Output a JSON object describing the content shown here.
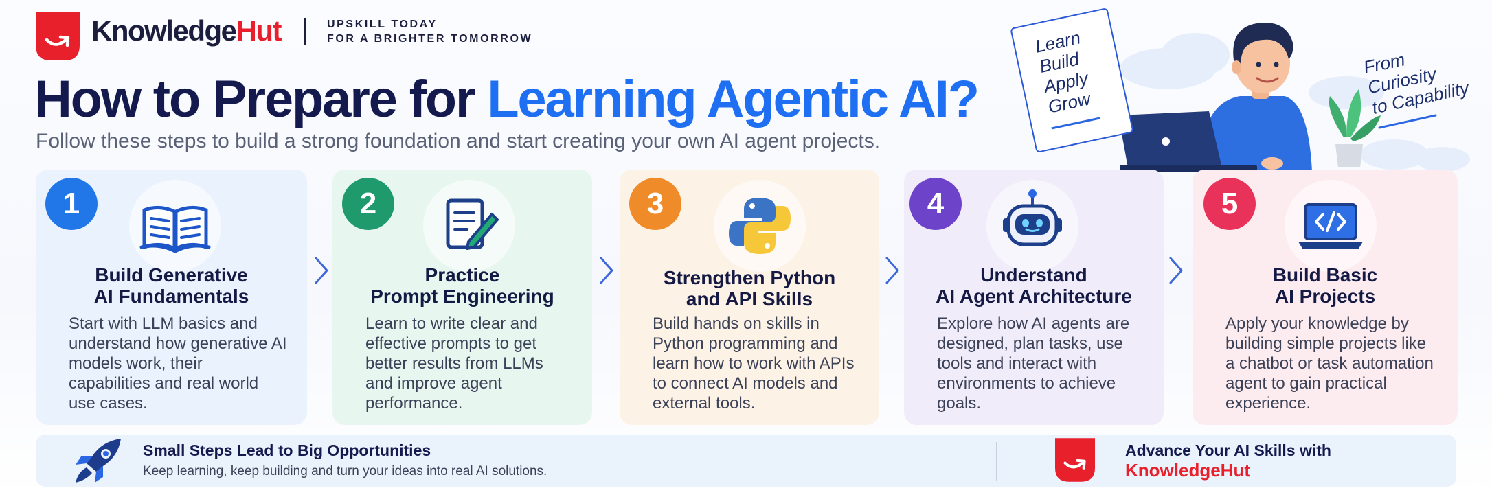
{
  "brand": {
    "name_part1": "Knowledge",
    "name_part2": "Hut",
    "tagline_line1": "UPSKILL TODAY",
    "tagline_line2": "FOR A BRIGHTER TOMORROW",
    "primary_color": "#e8202c",
    "logo_icon": "knowledgehut-logo-icon"
  },
  "header": {
    "title_prefix": "How to Prepare for ",
    "title_accent": "Learning Agentic AI?",
    "subtitle": "Follow these steps to build a strong foundation and start creating your own AI agent projects.",
    "accent_color": "#1e6ff2"
  },
  "hero": {
    "note_words": [
      "Learn",
      "Build",
      "Apply",
      "Grow"
    ],
    "motto_lines": [
      "From",
      "Curiosity",
      "to Capability"
    ],
    "illustration": "person-with-laptop-illustration"
  },
  "steps": [
    {
      "number": "1",
      "icon": "open-book-icon",
      "title_line1": "Build Generative",
      "title_line2": "AI Fundamentals",
      "description": "Start with LLM basics and understand how generative AI models work, their capabilities and real world use cases.",
      "color": "#2176e8",
      "background": "#eaf3fd"
    },
    {
      "number": "2",
      "icon": "document-pencil-icon",
      "title_line1": "Practice",
      "title_line2": "Prompt Engineering",
      "description": "Learn to write clear and effective prompts to get better results from LLMs and improve agent performance.",
      "color": "#1e9a6c",
      "background": "#e8f6f0"
    },
    {
      "number": "3",
      "icon": "python-logo-icon",
      "title_line1": "Strengthen Python",
      "title_line2": "and API Skills",
      "description": "Build hands on skills in Python programming and learn how to work with APIs to connect AI models and external tools.",
      "color": "#f08b2a",
      "background": "#fdf2e6"
    },
    {
      "number": "4",
      "icon": "robot-icon",
      "title_line1": "Understand",
      "title_line2": "AI Agent Architecture",
      "description": "Explore how AI agents are designed, plan tasks, use tools and interact with environments to achieve goals.",
      "color": "#6c43c9",
      "background": "#f0ecfa"
    },
    {
      "number": "5",
      "icon": "laptop-code-icon",
      "title_line1": "Build Basic",
      "title_line2": "AI Projects",
      "description": "Apply your knowledge by building simple projects like a chatbot or task automation agent to gain practical experience.",
      "color": "#e8325a",
      "background": "#fdecef"
    }
  ],
  "footer": {
    "icon": "rocket-icon",
    "heading": "Small Steps Lead to Big Opportunities",
    "text": "Keep learning, keep building and turn your ideas into real AI solutions.",
    "cta": "Advance Your AI Skills with",
    "brand": "KnowledgeHut"
  }
}
